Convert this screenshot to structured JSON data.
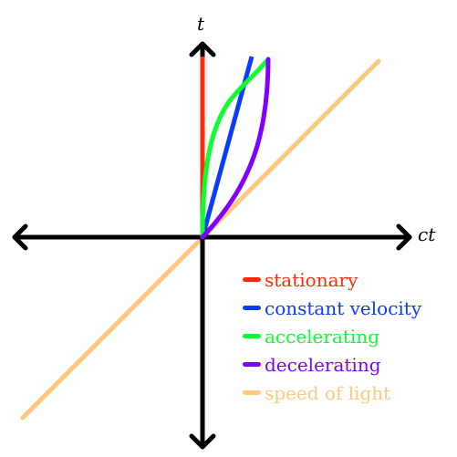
{
  "axes": {
    "vertical_label": "t",
    "horizontal_label": "ct",
    "color": "#000000"
  },
  "worldlines": [
    {
      "name": "stationary",
      "color": "#ff2a0a"
    },
    {
      "name": "constant velocity",
      "color": "#0a3cff"
    },
    {
      "name": "accelerating",
      "color": "#0dff2e"
    },
    {
      "name": "decelerating",
      "color": "#8000ff"
    },
    {
      "name": "speed of light",
      "color": "#ffc880"
    }
  ],
  "legend": {
    "items": [
      {
        "label": "stationary",
        "color": "#ff2a0a"
      },
      {
        "label": "constant velocity",
        "color": "#0a3cff"
      },
      {
        "label": "accelerating",
        "color": "#0dff2e"
      },
      {
        "label": "decelerating",
        "color": "#8000ff"
      },
      {
        "label": "speed of light",
        "color": "#ffc880"
      }
    ]
  }
}
